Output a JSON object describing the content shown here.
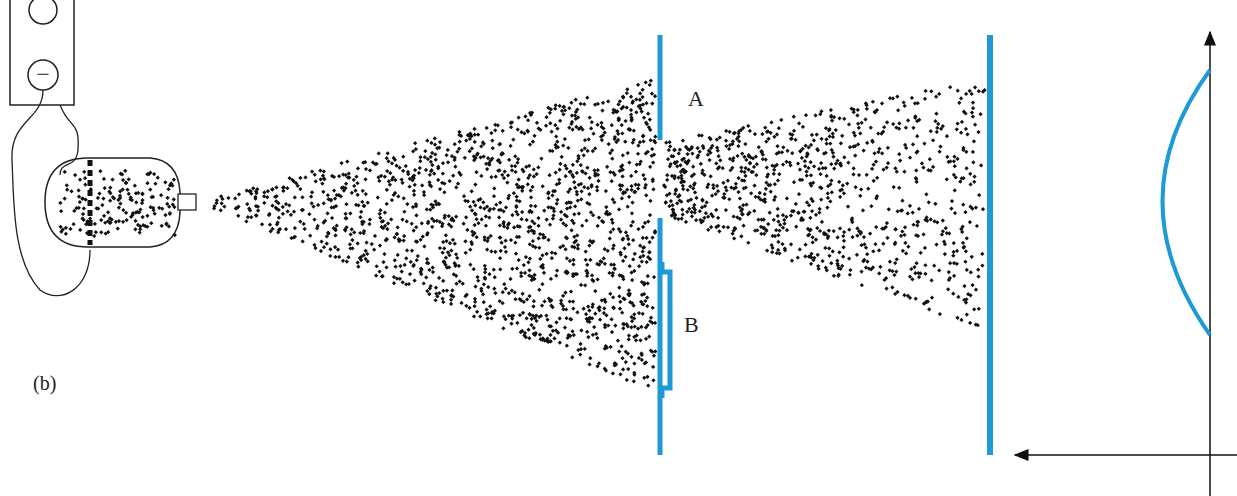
{
  "diagram": {
    "labels": [
      "A",
      "B",
      "(b)",
      "−"
    ]
  }
}
